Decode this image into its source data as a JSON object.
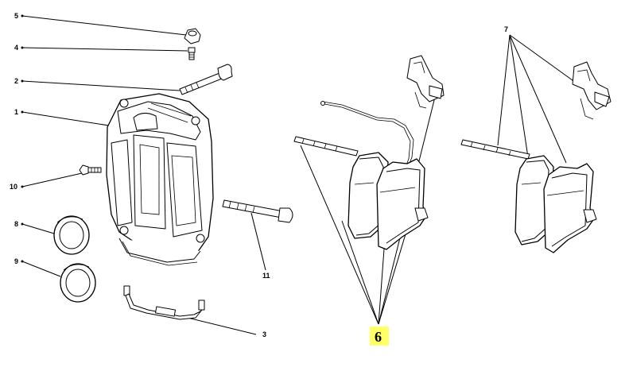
{
  "diagram": {
    "callouts": {
      "c1": "1",
      "c2": "2",
      "c3": "3",
      "c4": "4",
      "c5": "5",
      "c6": "6",
      "c7": "7",
      "c8": "8",
      "c9": "9",
      "c10": "10",
      "c11": "11"
    },
    "highlight_color": "#ffff66"
  }
}
